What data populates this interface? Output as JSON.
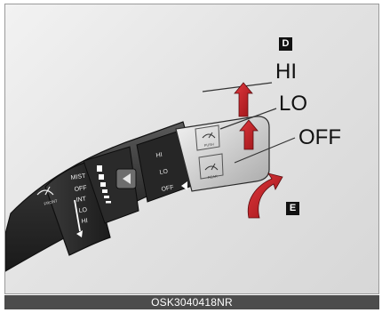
{
  "figure": {
    "marker_d": "D",
    "marker_e": "E",
    "positions": {
      "hi": "HI",
      "lo": "LO",
      "off": "OFF"
    },
    "ring_labels": {
      "mist": "MIST",
      "off": "OFF",
      "int": "INT",
      "lo": "LO",
      "hi": "HI",
      "front": "FRONT"
    },
    "knob_labels": {
      "hi": "HI",
      "lo": "LO",
      "off": "OFF",
      "push": "PUSH",
      "rear": "REAR"
    }
  },
  "caption": "OSK3040418NR",
  "colors": {
    "arrow_red": "#c42026",
    "stalk_dark": "#2b2b2b",
    "caption_bg": "#4c4c4c"
  }
}
